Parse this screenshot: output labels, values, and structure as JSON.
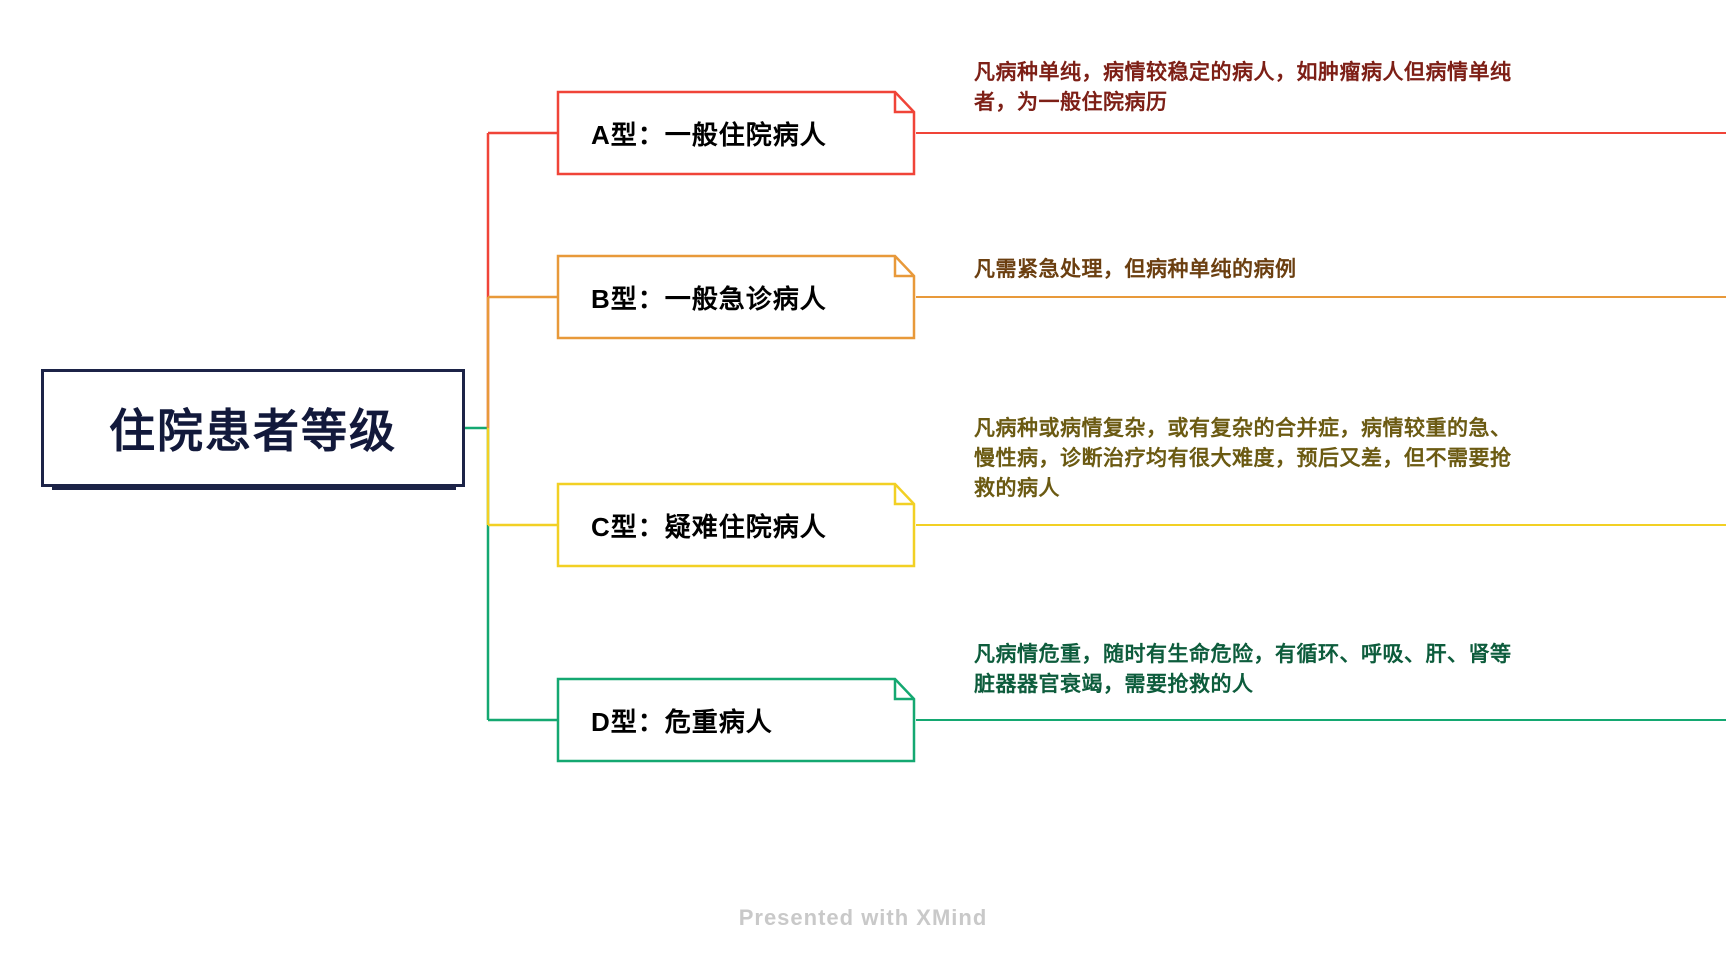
{
  "root": {
    "label": "住院患者等级",
    "border_color": "#1c2347",
    "text_color": "#12193b"
  },
  "branches": [
    {
      "id": "a",
      "label": "A型：一般住院病人",
      "color": "#f04438",
      "annotation": "凡病种单纯，病情较稳定的病人，如肿瘤病人但病情单纯者，为一般住院病历",
      "annotation_color": "#7d1f16"
    },
    {
      "id": "b",
      "label": "B型：一般急诊病人",
      "color": "#e8993a",
      "annotation": "凡需紧急处理，但病种单纯的病例",
      "annotation_color": "#6b3f10"
    },
    {
      "id": "c",
      "label": "C型：疑难住院病人",
      "color": "#f2d024",
      "annotation": "凡病种或病情复杂，或有复杂的合并症，病情较重的急、慢性病，诊断治疗均有很大难度，预后又差，但不需要抢救的病人",
      "annotation_color": "#6b5a12"
    },
    {
      "id": "d",
      "label": "D型：危重病人",
      "color": "#14a871",
      "annotation": "凡病情危重，随时有生命危险，有循环、呼吸、肝、肾等脏器器官衰竭，需要抢救的人",
      "annotation_color": "#0d5c3c"
    }
  ],
  "footer": {
    "watermark": "Presented with XMind"
  },
  "canvas": {
    "background": "#ffffff"
  }
}
